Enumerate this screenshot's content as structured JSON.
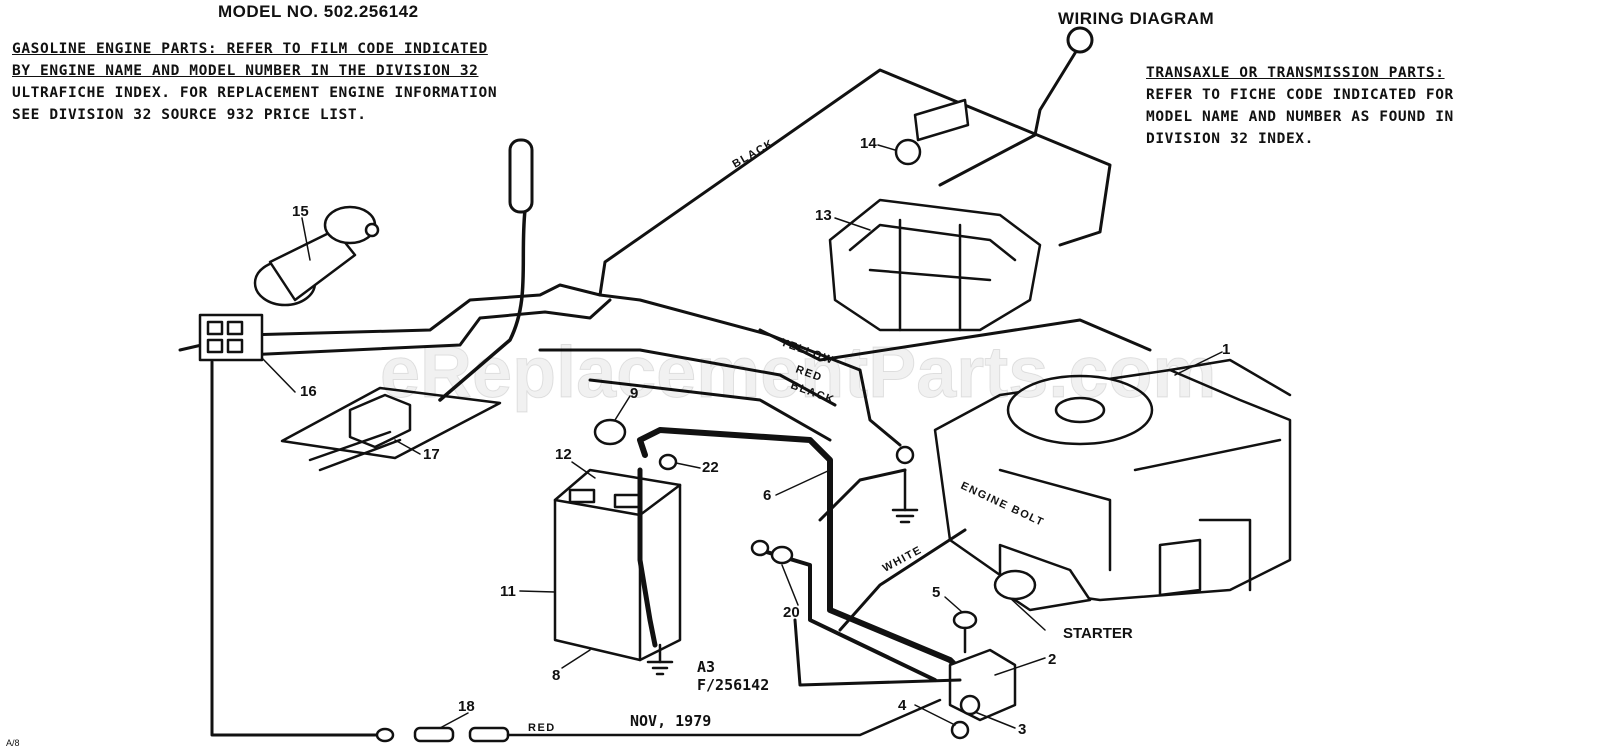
{
  "header": {
    "model_title": "MODEL NO. 502.256142",
    "diagram_title": "WIRING DIAGRAM"
  },
  "engine_note": {
    "line1": "GASOLINE ENGINE PARTS:  REFER TO FILM CODE INDICATED",
    "line2": "BY ENGINE NAME AND MODEL NUMBER IN THE DIVISION 32",
    "line3": "ULTRAFICHE INDEX.  FOR REPLACEMENT ENGINE INFORMATION",
    "line4": "SEE DIVISION 32 SOURCE 932 PRICE LIST."
  },
  "transaxle_note": {
    "title": "TRANSAXLE OR TRANSMISSION PARTS:",
    "line1": "REFER TO FICHE CODE INDICATED FOR",
    "line2": "MODEL NAME AND NUMBER AS FOUND IN",
    "line3": "DIVISION 32 INDEX."
  },
  "wire_labels": {
    "black_top": "BLACK",
    "yellow": "YELLOW",
    "red": "RED",
    "black_mid": "BLACK",
    "white": "WHITE",
    "red_bottom": "RED"
  },
  "part_labels": {
    "engine_bolt": "ENGINE BOLT",
    "starter": "STARTER"
  },
  "callouts": {
    "n1": "1",
    "n2": "2",
    "n3": "3",
    "n4": "4",
    "n5": "5",
    "n6": "6",
    "n8": "8",
    "n9": "9",
    "n11": "11",
    "n12": "12",
    "n13": "13",
    "n14": "14",
    "n15": "15",
    "n16": "16",
    "n17": "17",
    "n18": "18",
    "n20": "20",
    "n22": "22"
  },
  "stamp": {
    "code": "A3",
    "figure": "F/256142",
    "date": "NOV, 1979"
  },
  "watermark": "eReplacementParts.com",
  "corner_mark": "A/8"
}
